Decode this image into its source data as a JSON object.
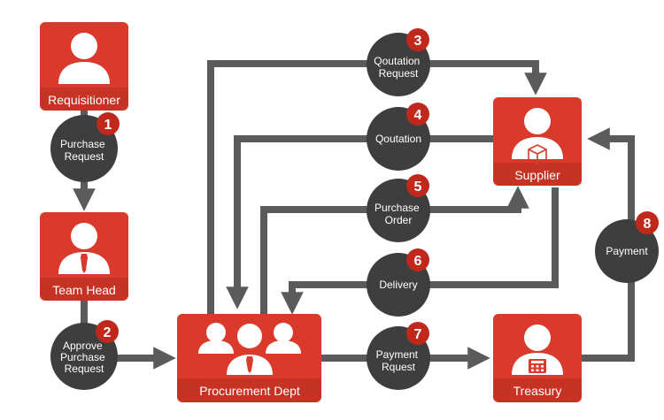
{
  "colors": {
    "red": "#D93A2B",
    "red_dark": "#B52A1E",
    "dark": "#3E3E3E",
    "arrow": "#5B5B5B",
    "badge": "#C0281C",
    "white": "#FFFFFF"
  },
  "actors": {
    "requisitioner": {
      "label": "Requisitioner",
      "icon": "person-icon"
    },
    "team_head": {
      "label": "Team Head",
      "icon": "person-with-tie-icon"
    },
    "procurement": {
      "label": "Procurement Dept",
      "icon": "group-icon"
    },
    "supplier": {
      "label": "Supplier",
      "icon": "person-with-box-icon"
    },
    "treasury": {
      "label": "Treasury",
      "icon": "person-with-calculator-icon"
    }
  },
  "steps": [
    {
      "number": "1",
      "line1": "Purchase",
      "line2": "Request",
      "line3": ""
    },
    {
      "number": "2",
      "line1": "Approve",
      "line2": "Purchase",
      "line3": "Request"
    },
    {
      "number": "3",
      "line1": "Qoutation",
      "line2": "Request",
      "line3": ""
    },
    {
      "number": "4",
      "line1": "Qoutation",
      "line2": "",
      "line3": ""
    },
    {
      "number": "5",
      "line1": "Purchase",
      "line2": "Order",
      "line3": ""
    },
    {
      "number": "6",
      "line1": "Delivery",
      "line2": "",
      "line3": ""
    },
    {
      "number": "7",
      "line1": "Payment",
      "line2": "Rquest",
      "line3": ""
    },
    {
      "number": "8",
      "line1": "Payment",
      "line2": "",
      "line3": ""
    }
  ]
}
